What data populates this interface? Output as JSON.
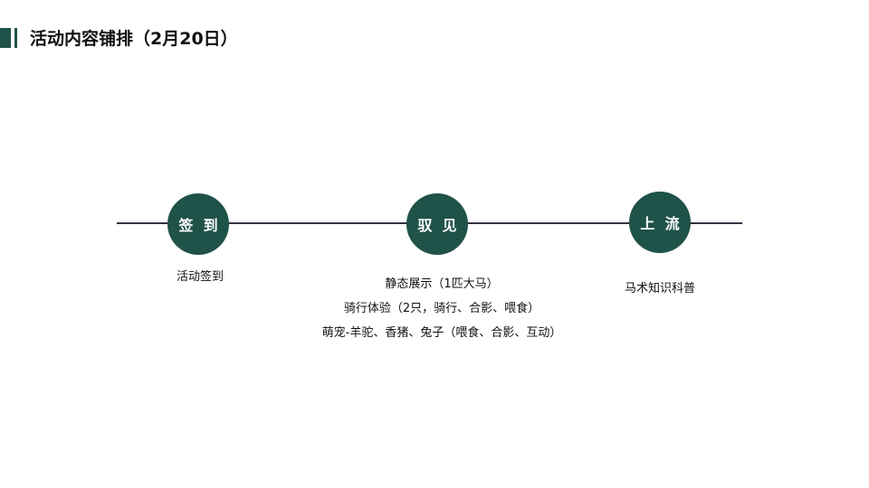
{
  "header": {
    "title": "活动内容铺排（2月20日）",
    "accent_color": "#1f5248"
  },
  "timeline": {
    "line_color": "#333340",
    "nodes": [
      {
        "label": "签  到",
        "items": [
          "活动签到"
        ]
      },
      {
        "label": "驭  见",
        "items": [
          "静态展示（1匹大马）",
          "骑行体验（2只，骑行、合影、喂食）",
          "萌宠-羊驼、香猪、兔子（喂食、合影、互动）"
        ]
      },
      {
        "label": "上  流",
        "items": [
          "马术知识科普"
        ]
      }
    ]
  }
}
